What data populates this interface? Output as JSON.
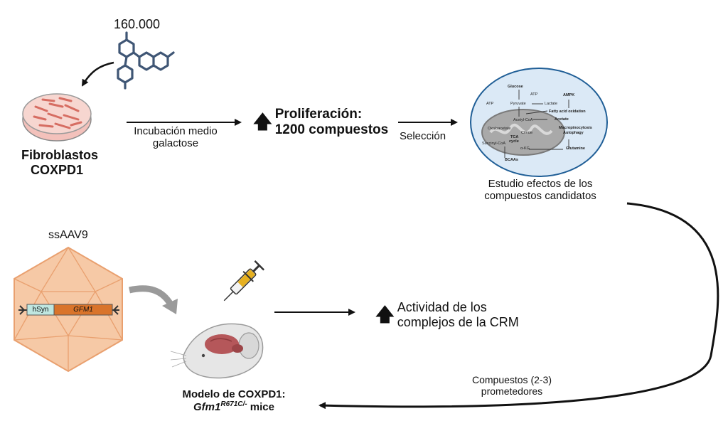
{
  "top": {
    "compound_count": "160.000",
    "fibroblasts": [
      "Fibroblastos",
      "COXPD1"
    ],
    "incubation": [
      "Incubación medio",
      "galactose"
    ],
    "proliferation": [
      "Proliferación:",
      "1200 compuestos"
    ],
    "selection": "Selección",
    "study": [
      "Estudio efectos de los",
      "compuestos candidatos"
    ]
  },
  "pathway": {
    "glucose": "Glucose",
    "atp_top": "ATP",
    "pyruvate": "Pyruvate",
    "lactate": "Lactate",
    "ampk": "AMPK",
    "fatty_acid": "Fatty acid oxidation",
    "atp_left": "ATP",
    "acetylcoa": "Acetyl-CoA",
    "acetate": "Acetate",
    "oxaloacetate": "Oxaloacetate",
    "citrate": "Citrate",
    "macro": "Macropinocytosis",
    "autophagy": "Autophagy",
    "tca1": "TCA",
    "tca2": "cycle",
    "succinyl": "Succinyl-CoA",
    "akg": "α-KG",
    "glutamine": "Glutamine",
    "bcaas": "BCAAs"
  },
  "bottom": {
    "vector": "ssAAV9",
    "promoter": "hSyn",
    "gene": "GFM1",
    "activity": [
      "Actividad de los",
      "complejos de la CRM"
    ],
    "compounds": [
      "Compuestos (2-3)",
      "prometedores"
    ],
    "model": "Modelo de COXPD1:",
    "mouse_gene": "Gfm1",
    "mouse_allele": "R671C/-",
    "mouse_word": "mice"
  },
  "colors": {
    "molecule": "#3f5675",
    "dish_cells": "#e07a6e",
    "capsid": "#f6c9a6",
    "capsid_edge": "#e9a06f",
    "gene_bar": "#d9742b",
    "promoter_box": "#bfe6e0",
    "mito_circle": "#dbe9f6",
    "mito_body": "#9a9a9a",
    "brain": "#b5575a",
    "syringe_fluid": "#e6b020"
  }
}
